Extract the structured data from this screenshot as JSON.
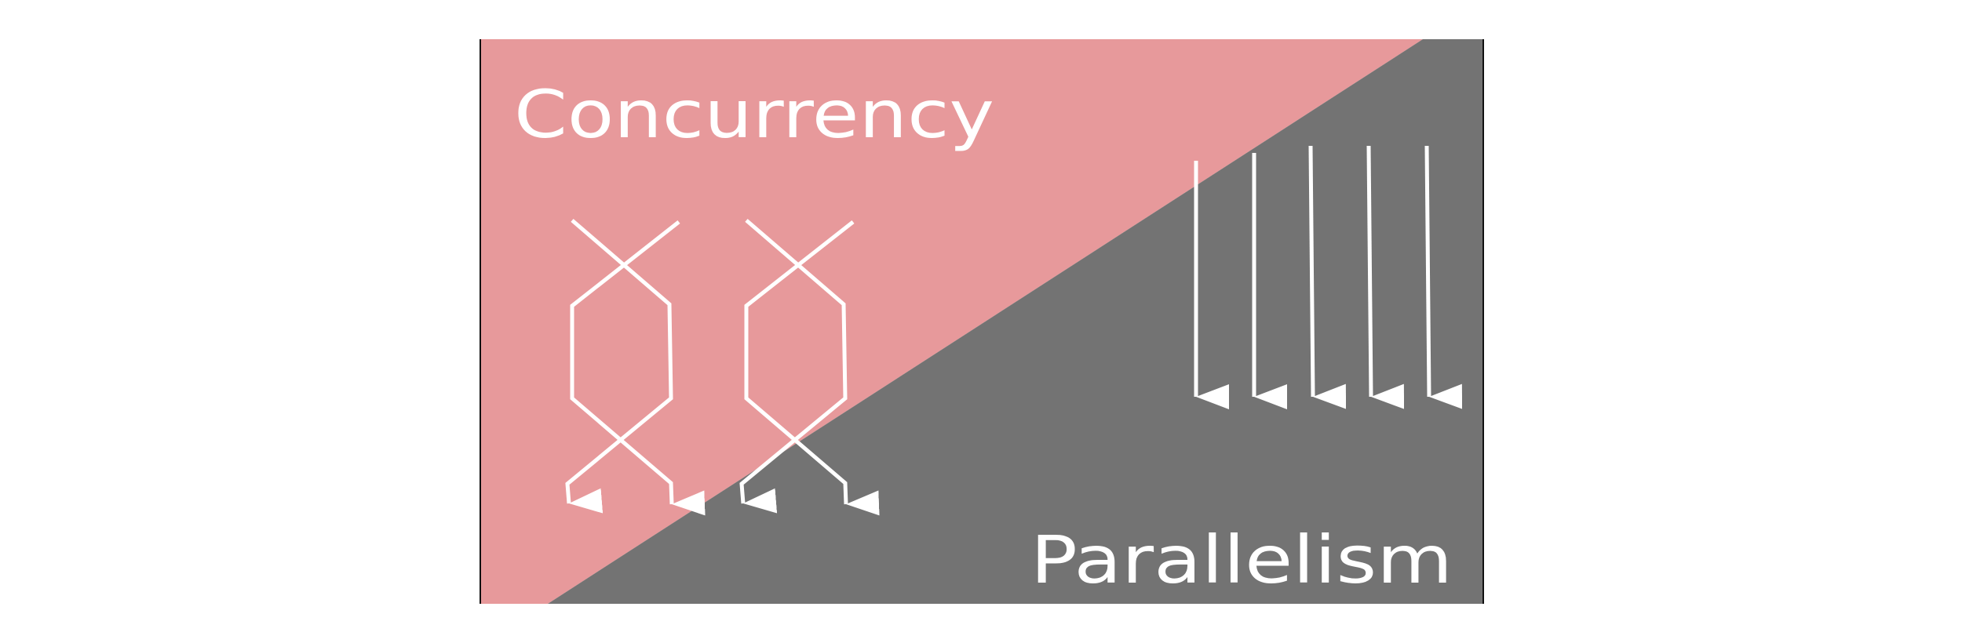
{
  "diagram": {
    "concurrency_label": "Concurrency",
    "parallelism_label": "Parallelism",
    "colors": {
      "concurrency_bg": "#e7999b",
      "parallelism_bg": "#737373",
      "line": "#ffffff",
      "border": "#111111",
      "text": "#ffffff"
    },
    "concurrency_tasks": 2,
    "parallel_threads": 5
  }
}
